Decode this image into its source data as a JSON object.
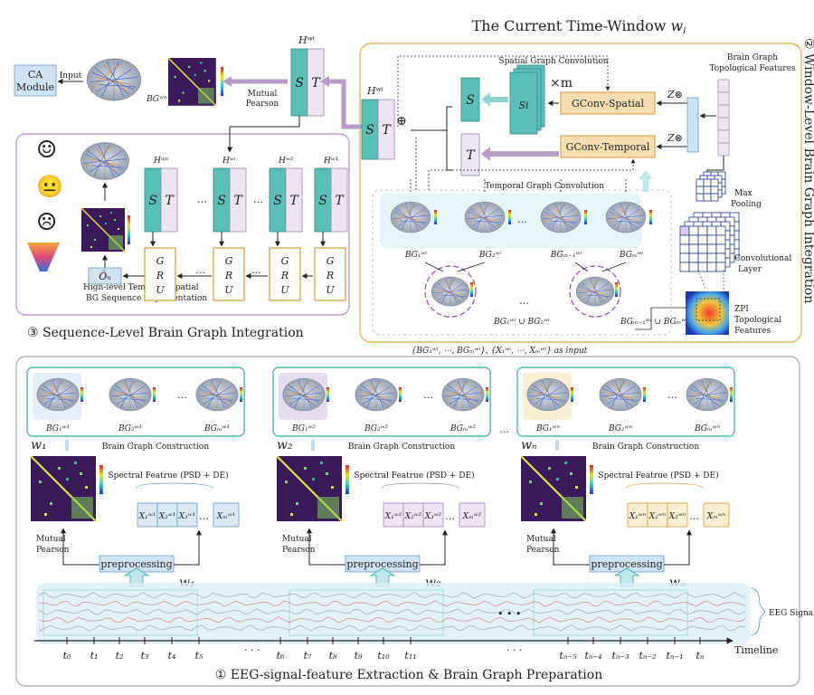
{
  "panels": {
    "window_title": "The Current Time-Window",
    "window_title_var": "w",
    "window_title_sub": "i",
    "window_label": "② Window-Level Brain Graph Integration",
    "sequence_label": "③ Sequence-Level Brain Graph Integration",
    "extraction_label": "① EEG-signal-feature Extraction & Brain Graph Preparation"
  },
  "window": {
    "spatial_conv": "Spatial Graph Convolution",
    "temporal_conv": "Temporal Graph Convolution",
    "gconv_spatial": "GConv-Spatial",
    "gconv_temporal": "GConv-Temporal",
    "topo_title_1": "Brain Graph",
    "topo_title_2": "Topological Features",
    "max_pool_1": "Max",
    "max_pool_2": "Pooling",
    "conv_layer_1": "Convolutional",
    "conv_layer_2": "Layer",
    "zpi_1": "ZPI",
    "zpi_2": "Topological",
    "zpi_3": "Features",
    "times_m": "×m",
    "z_otimes": "Z⊗",
    "oplus": "⊕",
    "S": "S",
    "T": "T",
    "Si": "Si",
    "H_wi": "Hʷⁱ",
    "bg_1": "BG₁ʷⁱ",
    "bg_2": "BG₂ʷⁱ",
    "bg_m1": "BGₘ₋₁ʷⁱ",
    "bg_m": "BGₘʷⁱ",
    "union_1": "BG₁ʷⁱ ∪ BG₂ʷⁱ",
    "union_2": "BGₘ₋₁ʷⁱ ∪ BGₘʷⁱ",
    "input_note": "{BG₁ʷⁱ, ⋯, BGₘʷⁱ}, {X₁ʷⁱ, ⋯, Xₘʷⁱ} as input",
    "dots": "…"
  },
  "topleft": {
    "ca_module": [
      "CA",
      "Module"
    ],
    "input": "Input",
    "bg_wn": "BGʷⁿ",
    "mutual": "Mutual",
    "pearson": "Pearson",
    "H_wi": "Hʷⁱ"
  },
  "sequence": {
    "h_labels": [
      "Hʷⁿ",
      "Hʷⁱ",
      "Hʷ²",
      "Hʷ¹"
    ],
    "gru": [
      "G",
      "R",
      "U"
    ],
    "o_n": "Ôₙ",
    "rep_1": "High-level Temporal-Spatial",
    "rep_2": "BG Sequence Representation",
    "emotions": [
      "☺",
      "😐",
      "☹"
    ]
  },
  "extraction": {
    "windows": [
      {
        "w": "w₁",
        "bg": [
          "BG₁ʷ¹",
          "BG₂ʷ¹",
          "BGₘʷ¹"
        ],
        "x": [
          "X₁ʷ¹",
          "X₂ʷ¹",
          "X₃ʷ¹",
          "Xₘʷ¹"
        ]
      },
      {
        "w": "w₂",
        "bg": [
          "BG₁ʷ²",
          "BG₂ʷ²",
          "BGₘʷ²"
        ],
        "x": [
          "X₁ʷ²",
          "X₂ʷ²",
          "X₃ʷ²",
          "Xₘʷ²"
        ]
      },
      {
        "w": "wₙ",
        "bg": [
          "BG₁ʷⁿ",
          "BG₂ʷⁿ",
          "BGₘʷⁿ"
        ],
        "x": [
          "X₁ʷⁿ",
          "X₂ʷⁿ",
          "X₃ʷⁿ",
          "Xₘʷⁿ"
        ]
      }
    ],
    "bg_construction": "Brain Graph Construction",
    "spectral": "Spectral Featrue (PSD + DE)",
    "mutual": "Mutual",
    "pearson": "Pearson",
    "preprocessing": "preprocessing",
    "eeg_signal": "EEG Signal",
    "timeline": "Timeline",
    "ticks": [
      "t₀",
      "t₁",
      "t₂",
      "t₃",
      "t₄",
      "t₅",
      "t₆",
      "t₇",
      "t₈",
      "t₉",
      "t₁₀",
      "t₁₁",
      "tₙ₋₅",
      "tₙ₋₄",
      "tₙ₋₃",
      "tₙ₋₂",
      "tₙ₋₁",
      "tₙ"
    ],
    "dots": "• • •",
    "ellipsis": "· · ·"
  },
  "colors": {
    "panel_border_orange": "#e6b45a",
    "panel_border_purple": "#b9a3c9",
    "panel_border_gray": "#a8a8a8",
    "teal": "#5bbfb7",
    "lavender": "#ece6f3",
    "orange_box": "#f5deb0",
    "blue_box": "#cfe3f3",
    "arrow_purple": "#b79cc7",
    "arrow_teal": "#8fd6d3",
    "matrix_bg": "#3b1a5c"
  }
}
